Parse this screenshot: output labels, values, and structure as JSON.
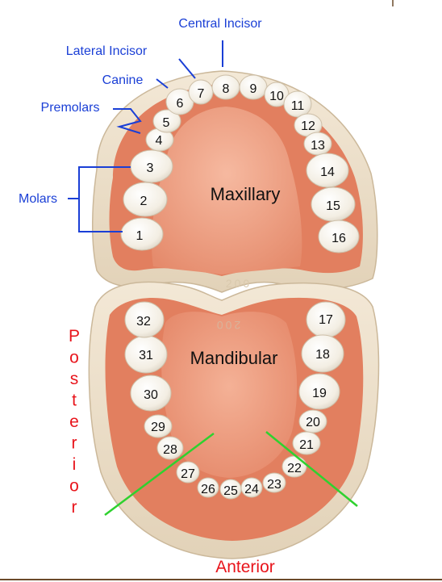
{
  "labels": {
    "central_incisor": "Central Incisor",
    "lateral_incisor": "Lateral Incisor",
    "canine": "Canine",
    "premolars": "Premolars",
    "molars": "Molars",
    "maxillary": "Maxillary",
    "mandibular": "Mandibular",
    "anterior": "Anterior",
    "posterior_letters": [
      "P",
      "o",
      "s",
      "t",
      "e",
      "r",
      "i",
      "o",
      "r"
    ]
  },
  "stamps": {
    "upper": "200",
    "lower": "200"
  },
  "teeth": {
    "upper": [
      "1",
      "2",
      "3",
      "4",
      "5",
      "6",
      "7",
      "8",
      "9",
      "10",
      "11",
      "12",
      "13",
      "14",
      "15",
      "16"
    ],
    "lower": [
      "17",
      "18",
      "19",
      "20",
      "21",
      "22",
      "23",
      "24",
      "25",
      "26",
      "27",
      "28",
      "29",
      "30",
      "31",
      "32"
    ]
  },
  "colors": {
    "label_blue": "#1a3fd6",
    "bracket_blue": "#1a3fd6",
    "posterior_red": "#e8141b",
    "guide_green": "#2fd12f",
    "gum": "#e88a6c",
    "gum_dark": "#c8654a",
    "palate": "#f0a98e",
    "tooth": "#f6f1e6",
    "base": "#efe3cf"
  }
}
